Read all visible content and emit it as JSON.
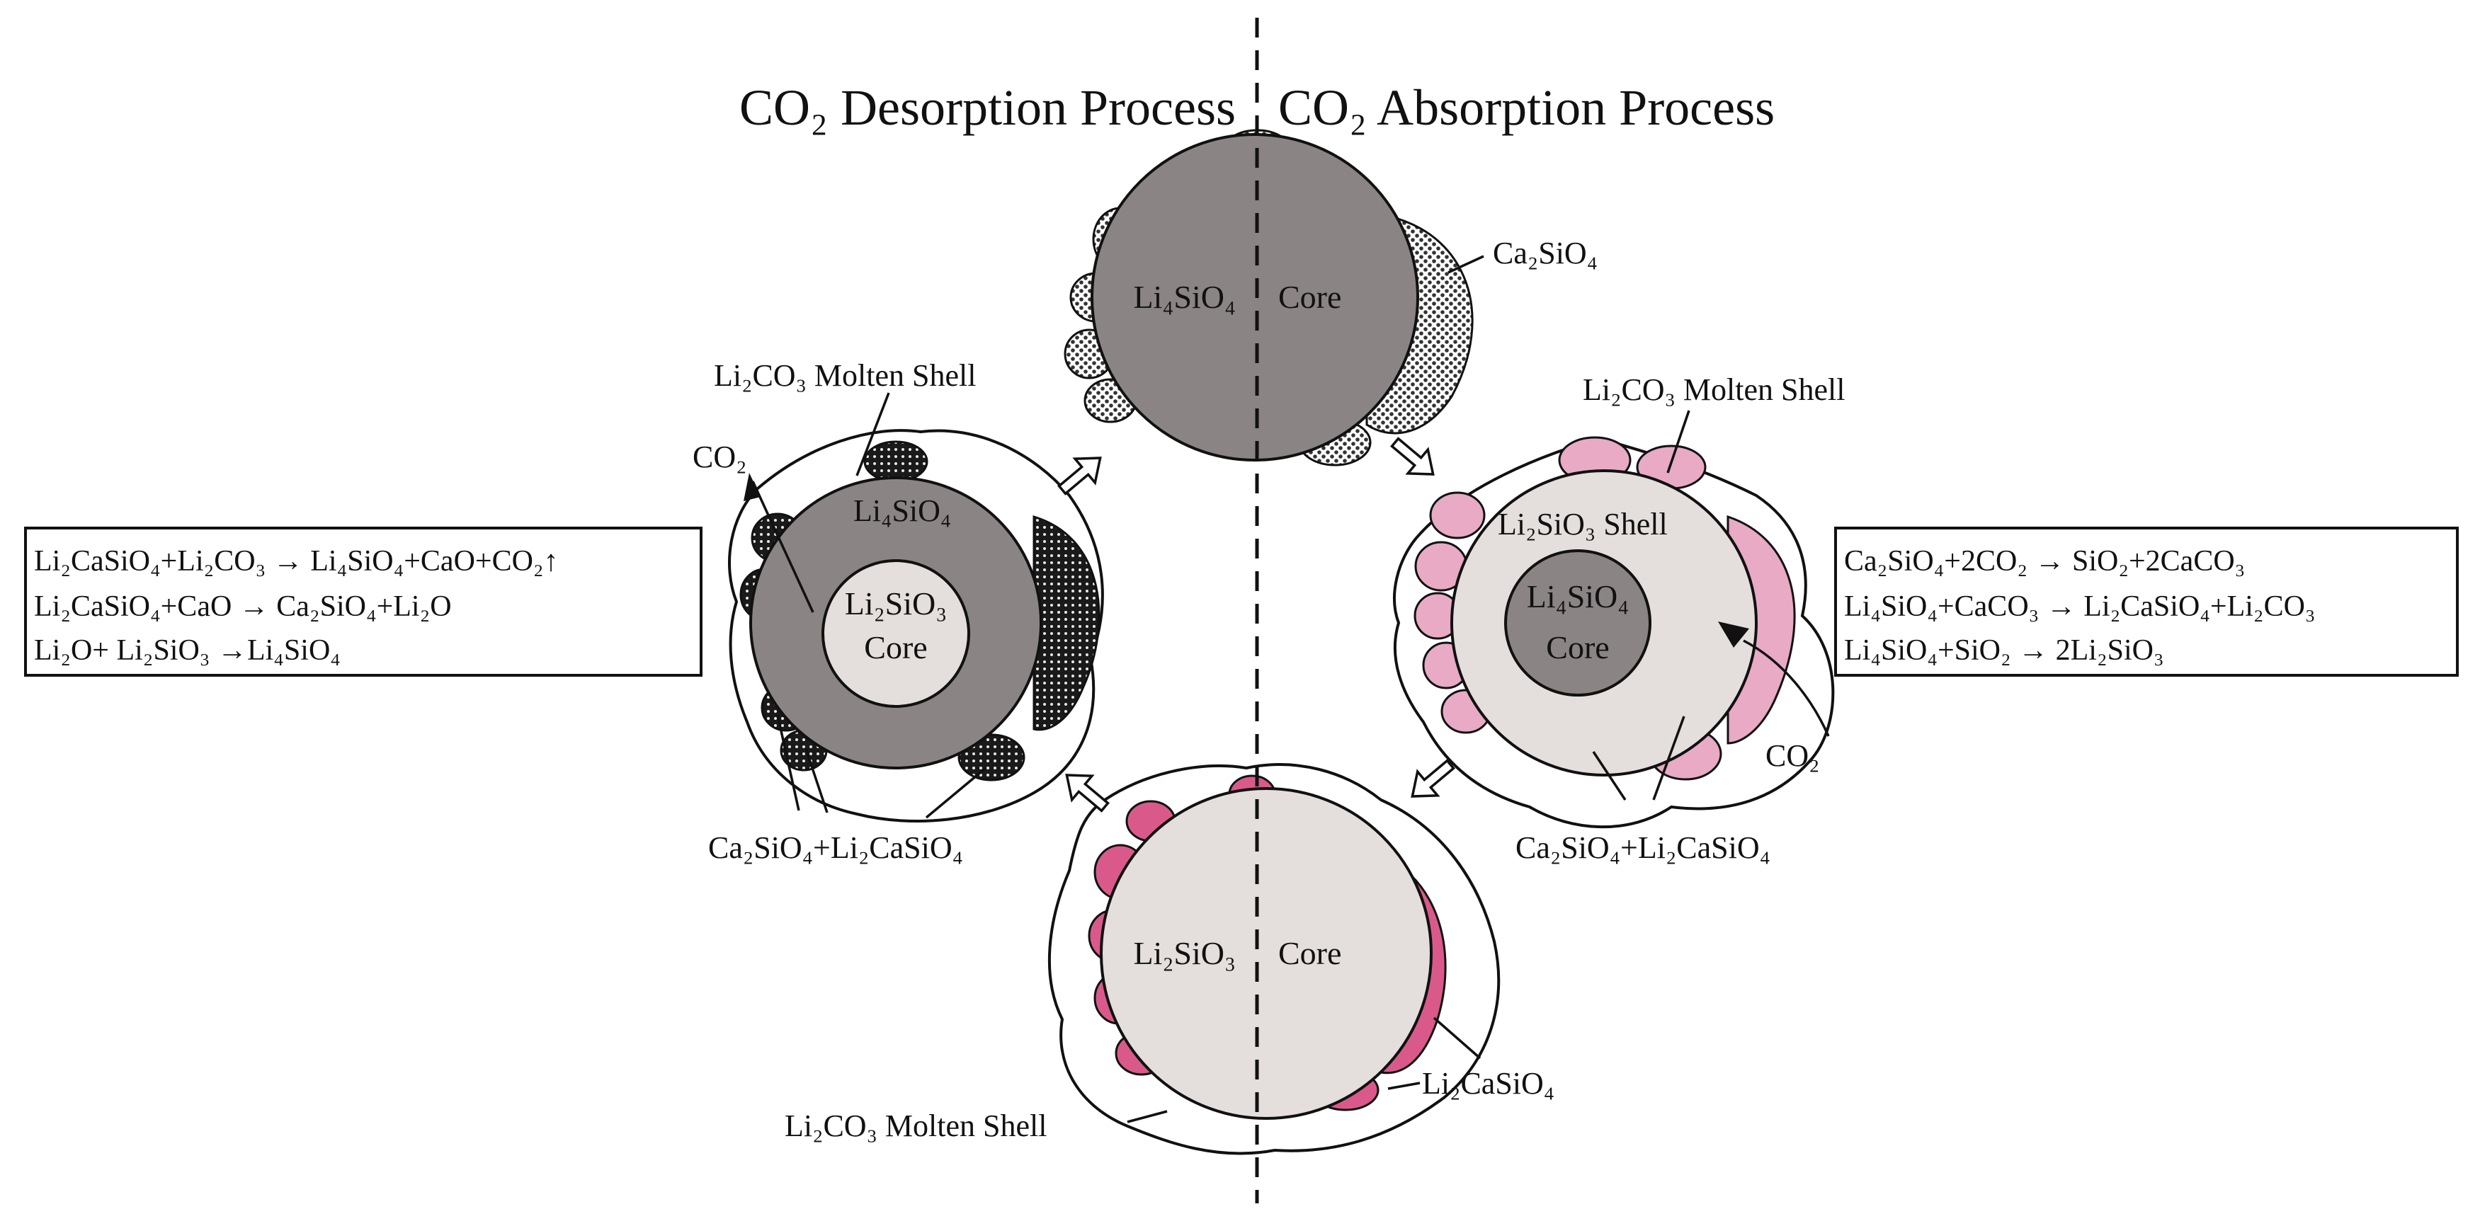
{
  "titles": {
    "desorption": "CO₂ Desorption Process",
    "absorption": "CO₂ Absorption Process"
  },
  "particles": {
    "top": {
      "core_formula": "Li₄SiO₄",
      "core_word": "Core",
      "shell_label": "Ca₂SiO₄"
    },
    "right": {
      "shell_label": "Li₂CO₃ Molten Shell",
      "middle_label": "Li₂SiO₃ Shell",
      "core_formula": "Li₄SiO₄",
      "core_word": "Core",
      "gas_label": "CO₂",
      "product_label": "Ca₂SiO₄+Li₂CaSiO₄"
    },
    "bottom": {
      "core_formula": "Li₂SiO₃",
      "core_word": "Core",
      "shell_label": "Li₂CO₃ Molten Shell",
      "product_label": "Li₂CaSiO₄"
    },
    "left": {
      "shell_label": "Li₂CO₃ Molten Shell",
      "gas_label": "CO₂",
      "outer_label": "Li₄SiO₄",
      "core_formula": "Li₂SiO₃",
      "core_word": "Core",
      "product_label": "Ca₂SiO₄+Li₂CaSiO₄"
    }
  },
  "reactions": {
    "desorption": [
      "Li₂CaSiO₄+Li₂CO₃ → Li₄SiO₄+CaO+CO₂↑",
      "Li₂CaSiO₄+CaO → Ca₂SiO₄+Li₂O",
      "Li₂O+ Li₂SiO₃ →Li₄SiO₄"
    ],
    "absorption": [
      "Ca₂SiO₄+2CO₂ → SiO₂+2CaCO₃",
      "Li₄SiO₄+CaCO₃ → Li₂CaSiO₄+Li₂CO₃",
      "Li₄SiO₄+SiO₂ → 2Li₂SiO₃"
    ]
  },
  "colors": {
    "outer_gray": "#8a8484",
    "core_light": "#e4dfdc",
    "pink_light": "#e8aac4",
    "pink_dark": "#d95a8a",
    "outline": "#111111"
  }
}
